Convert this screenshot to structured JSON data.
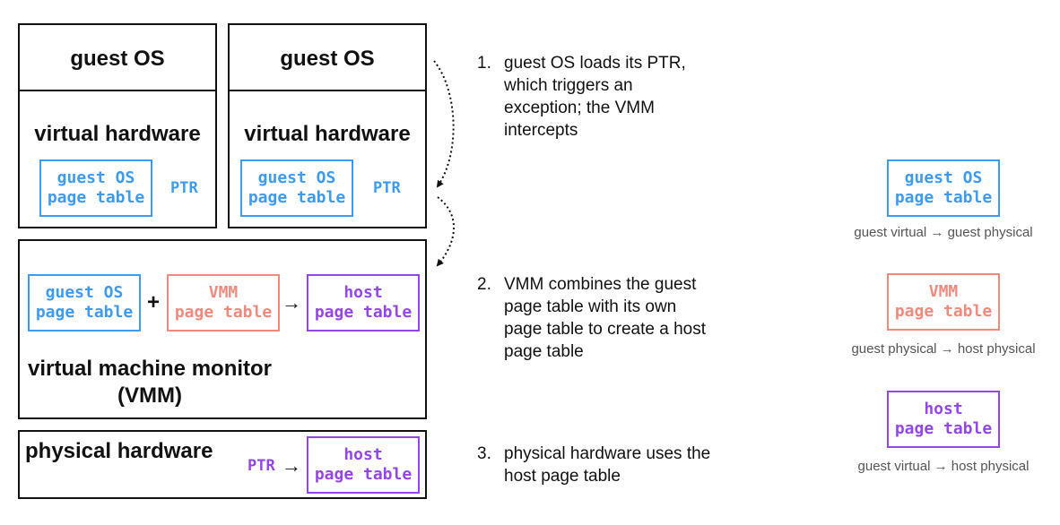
{
  "guest_os_label": "guest OS",
  "virtual_hardware_label": "virtual hardware",
  "ptr_label": "PTR",
  "page_table_boxes": {
    "guest": [
      "guest OS",
      "page table"
    ],
    "vmm": [
      "VMM",
      "page table"
    ],
    "host": [
      "host",
      "page table"
    ]
  },
  "plus_sign": "+",
  "arrow_glyph": "→",
  "vmm_box": {
    "title_line1": "virtual machine monitor",
    "title_line2": "(VMM)"
  },
  "physical_hardware_label": "physical hardware",
  "steps": [
    {
      "number": "1.",
      "lines": [
        "guest OS loads its PTR,",
        "which triggers an",
        "exception; the VMM",
        "intercepts"
      ]
    },
    {
      "number": "2.",
      "lines": [
        "VMM combines the guest",
        "page table with its own",
        "page table to create a host",
        "page table"
      ]
    },
    {
      "number": "3.",
      "lines": [
        "physical hardware uses the",
        "host page table"
      ]
    }
  ],
  "legend": [
    {
      "title": [
        "guest OS",
        "page table"
      ],
      "caption": "guest virtual → guest physical",
      "color": "#3e9bf0"
    },
    {
      "title": [
        "VMM",
        "page table"
      ],
      "caption": "guest physical → host physical",
      "color": "#ef8a7e"
    },
    {
      "title": [
        "host",
        "page table"
      ],
      "caption": "guest virtual → host physical",
      "color": "#9447e6"
    }
  ],
  "colors": {
    "guest_blue": "#3e9bf0",
    "vmm_salmon": "#ef8a7e",
    "host_purple": "#9447e6"
  }
}
